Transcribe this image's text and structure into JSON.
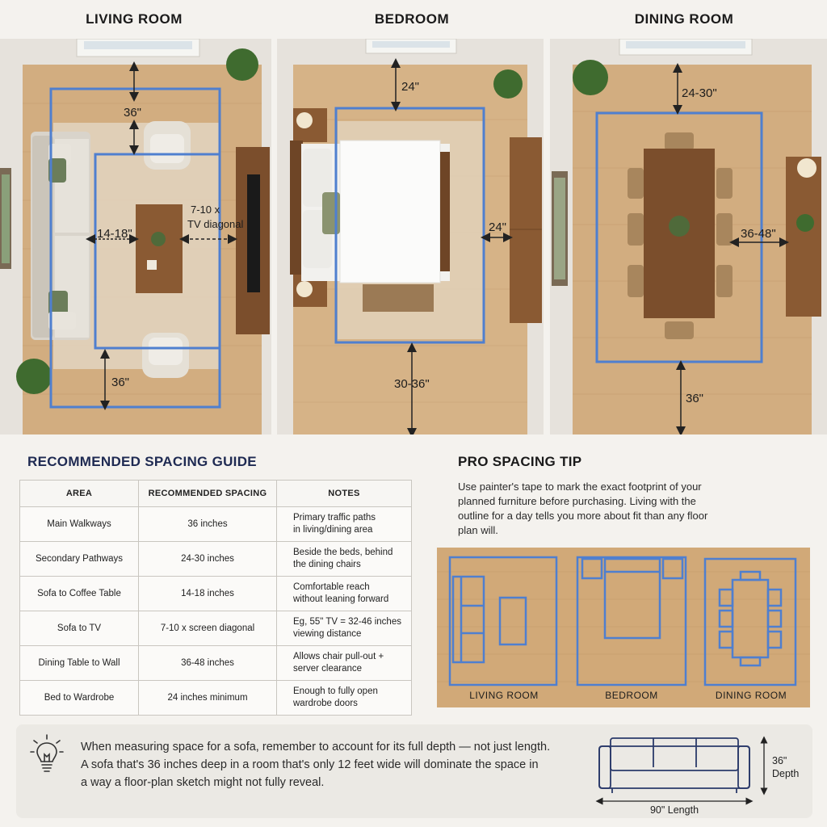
{
  "rooms": {
    "living": {
      "title": "LIVING ROOM",
      "labels": {
        "top": "36\"",
        "coffee": "14-18\"",
        "tv1": "7-10 x",
        "tv2": "TV diagonal",
        "bottom": "36\""
      }
    },
    "bedroom": {
      "title": "BEDROOM",
      "labels": {
        "top": "24\"",
        "side": "24\"",
        "bottom": "30-36\""
      }
    },
    "dining": {
      "title": "DINING ROOM",
      "labels": {
        "top": "24-30\"",
        "side": "36-48\"",
        "bottom": "36\""
      }
    }
  },
  "guide": {
    "title": "RECOMMENDED SPACING GUIDE",
    "headers": {
      "area": "AREA",
      "spacing": "RECOMMENDED SPACING",
      "notes": "NOTES"
    },
    "rows": [
      {
        "area": "Main Walkways",
        "spacing": "36 inches",
        "note1": "Primary traffic paths",
        "note2": "in living/dining area"
      },
      {
        "area": "Secondary Pathways",
        "spacing": "24-30 inches",
        "note1": "Beside the beds, behind",
        "note2": "the dining chairs"
      },
      {
        "area": "Sofa to Coffee Table",
        "spacing": "14-18 inches",
        "note1": "Comfortable reach",
        "note2": "without leaning forward"
      },
      {
        "area": "Sofa to TV",
        "spacing": "7-10 x screen diagonal",
        "note1": "Eg, 55\" TV = 32-46 inches",
        "note2": "viewing distance"
      },
      {
        "area": "Dining Table to Wall",
        "spacing": "36-48 inches",
        "note1": "Allows chair pull-out +",
        "note2": "server clearance"
      },
      {
        "area": "Bed to Wardrobe",
        "spacing": "24 inches minimum",
        "note1": "Enough to fully open",
        "note2": "wardrobe doors"
      }
    ]
  },
  "tip": {
    "title": "PRO SPACING TIP",
    "text": "Use painter's tape to mark the exact footprint of your planned furniture before purchasing. Living with the outline for a day tells you more about fit than any floor plan will.",
    "plan_labels": {
      "living": "LIVING ROOM",
      "bedroom": "BEDROOM",
      "dining": "DINING ROOM"
    }
  },
  "sofa_note": {
    "line1": "When measuring space for a sofa, remember to account for its full depth — not just length.",
    "line2": "A sofa that's 36 inches deep in a room that's only 12 feet wide will dominate the space in",
    "line3": "a way a floor-plan sketch might not fully reveal.",
    "depth_value": "36\"",
    "depth_label": "Depth",
    "length_label": "90\" Length"
  },
  "colors": {
    "tape": "#4f7fcf",
    "floor": "#cfa77a",
    "wood": "#8a5a33",
    "navy": "#1e2a52"
  }
}
